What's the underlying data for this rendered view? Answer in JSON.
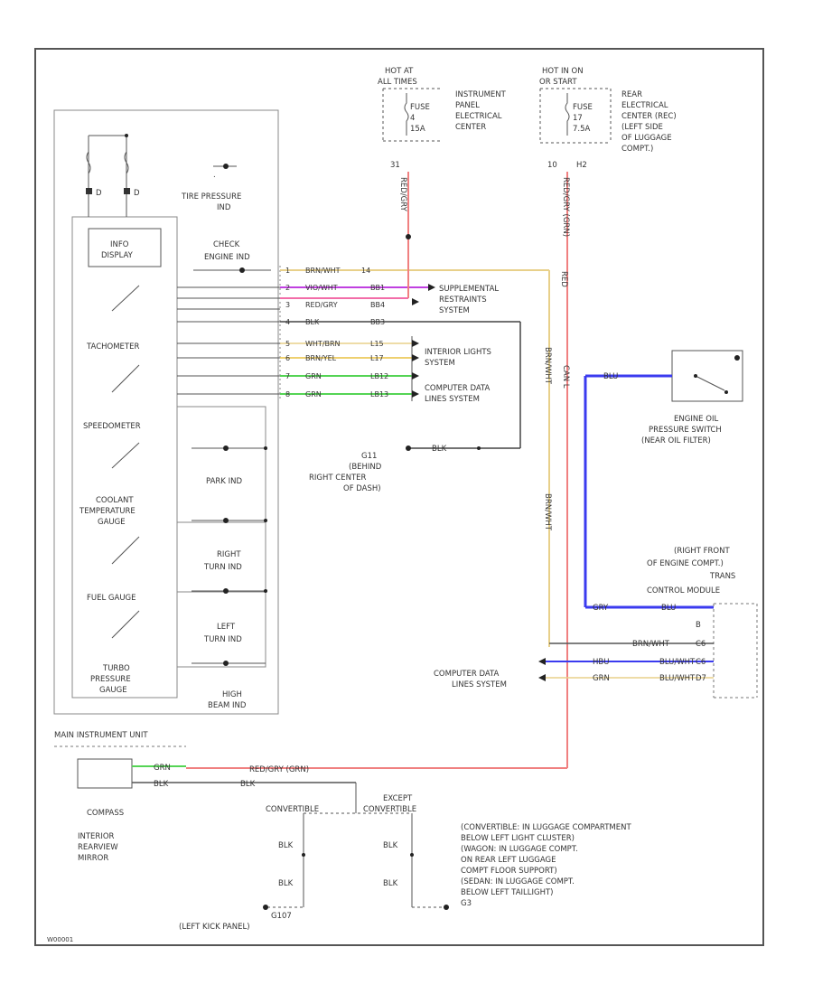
{
  "colors": {
    "line": "#555555",
    "red": "#f08080",
    "tan": "#e8d08a",
    "pink": "#f26da8",
    "purple": "#c040e0",
    "green": "#55d455",
    "blue": "#3b3bef",
    "black": "#222222"
  },
  "top": {
    "hot_at": [
      "HOT AT",
      "ALL TIMES"
    ],
    "hot_in": [
      "HOT IN ON",
      "OR START"
    ],
    "fuse_left": [
      "FUSE",
      "4",
      "15A"
    ],
    "fuse_right": [
      "FUSE",
      "17",
      "7.5A"
    ],
    "ipec": [
      "INSTRUMENT",
      "PANEL",
      "ELECTRICAL",
      "CENTER"
    ],
    "rear_ec": [
      "REAR",
      "ELECTRICAL",
      "CENTER (REC)",
      "(LEFT SIDE",
      "OF LUGGAGE",
      "COMPT.)"
    ],
    "pin_left": "31",
    "pin_right_a": "10",
    "pin_right_b": "H2"
  },
  "cluster": {
    "tire_pressure": [
      "TIRE PRESSURE",
      "IND"
    ],
    "check_engine": [
      "CHECK",
      "ENGINE IND"
    ],
    "info_display": [
      "INFO",
      "DISPLAY"
    ],
    "tachometer": "TACHOMETER",
    "speedometer": "SPEEDOMETER",
    "coolant": [
      "COOLANT",
      "TEMPERATURE",
      "GAUGE"
    ],
    "fuel": "FUEL GAUGE",
    "turbo": [
      "TURBO",
      "PRESSURE",
      "GAUGE"
    ],
    "park_ind": "PARK IND",
    "right_turn": [
      "RIGHT",
      "TURN IND"
    ],
    "left_turn": [
      "LEFT",
      "TURN IND"
    ],
    "high_beam": [
      "HIGH",
      "BEAM IND"
    ],
    "main_unit": "MAIN INSTRUMENT UNIT",
    "diode_a": "D",
    "diode_b": "D"
  },
  "connectors": {
    "rows": [
      {
        "pin": "1",
        "wire": "BRN/WHT",
        "end": "14"
      },
      {
        "pin": "2",
        "wire": "VIO/WHT",
        "end": "BB1"
      },
      {
        "pin": "3",
        "wire": "RED/GRY",
        "end": "BB4"
      },
      {
        "pin": "4",
        "wire": "BLK",
        "end": "BB3"
      },
      {
        "pin": "5",
        "wire": "WHT/BRN",
        "end": "L15"
      },
      {
        "pin": "6",
        "wire": "BRN/YEL",
        "end": "L17"
      },
      {
        "pin": "7",
        "wire": "GRN",
        "end": "LB12"
      },
      {
        "pin": "8",
        "wire": "GRN",
        "end": "LB13"
      }
    ],
    "can_l": "CAN L"
  },
  "systems": {
    "srs": [
      "SUPPLEMENTAL",
      "RESTRAINTS",
      "SYSTEM"
    ],
    "interior_lights": [
      "INTERIOR LIGHTS",
      "SYSTEM"
    ],
    "computer_data": [
      "COMPUTER DATA",
      "LINES SYSTEM"
    ],
    "computer_data_2": [
      "COMPUTER DATA",
      "LINES SYSTEM"
    ]
  },
  "ground_g11": {
    "label": [
      "G11",
      "(BEHIND",
      "RIGHT CENTER",
      "OF DASH)"
    ],
    "wire": "BLK"
  },
  "oil": {
    "label": [
      "ENGINE OIL",
      "PRESSURE SWITCH",
      "(NEAR OIL FILTER)"
    ],
    "wire": "BLU"
  },
  "tcm": {
    "label": [
      "(RIGHT FRONT",
      "OF ENGINE COMPT.)",
      "TRANS",
      "CONTROL MODULE"
    ],
    "wire_a": "GRY",
    "wire_b": "BLU",
    "wire_c": "HBU",
    "wire_d": "BLU/WHT",
    "wire_e": "BLU/WHT",
    "pin_a": "B",
    "pin_b": "C6",
    "pin_c": "C6",
    "pin_d": "D7",
    "wire_f": "BRN/WHT",
    "wire_g": "GRN",
    "wire_h": "RED"
  },
  "mirror": {
    "label": [
      "INTERIOR",
      "REARVIEW",
      "MIRROR"
    ],
    "wire_grn": "GRN",
    "wire_blk": "BLK",
    "wire_red": "RED/GRY (GRN)",
    "wire_blk2": "BLK",
    "compass": "COMPASS"
  },
  "grounds": {
    "convertible": "CONVERTIBLE",
    "except": [
      "EXCEPT",
      "CONVERTIBLE"
    ],
    "blk": "BLK",
    "g107": [
      "G107",
      "(LEFT KICK PANEL)"
    ],
    "notes": [
      "(CONVERTIBLE: IN LUGGAGE COMPARTMENT",
      "BELOW LEFT LIGHT CLUSTER)",
      "(WAGON: IN LUGGAGE COMPT.",
      "ON REAR LEFT LUGGAGE",
      "COMPT FLOOR SUPPORT)",
      "(SEDAN: IN LUGGAGE COMPT.",
      "BELOW LEFT TAILLIGHT)",
      "G3"
    ]
  },
  "corner": "W00001"
}
